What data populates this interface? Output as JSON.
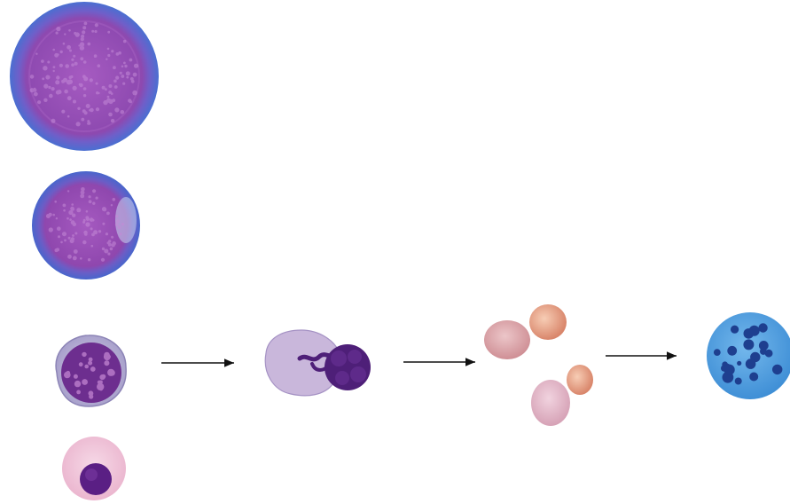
{
  "diagram": {
    "cells": [
      {
        "name": "large-blast-cell",
        "kind": "blast-large",
        "colors": {
          "rim": "#4a6fd1",
          "nucleus": "#9a4bb5",
          "speckle": "#c48ad8"
        }
      },
      {
        "name": "medium-blast-cell",
        "kind": "blast-medium",
        "colors": {
          "rim": "#4866cc",
          "nucleus": "#9b47b4",
          "speckle": "#c58ad7"
        }
      },
      {
        "name": "nucleated-cell-with-granular-nucleus",
        "kind": "granular",
        "colors": {
          "cytoplasm": "#b9b3d6",
          "nucleus": "#6d2e8f",
          "speckle": "#b77ac9"
        }
      },
      {
        "name": "small-cell-with-round-nucleus",
        "kind": "small-round",
        "colors": {
          "cytoplasm": "#f2c8dd",
          "nucleus": "#5a1f84"
        }
      },
      {
        "name": "extruding-nucleus-cell",
        "kind": "extruding",
        "colors": {
          "cytoplasm": "#c9b7db",
          "nucleus": "#4e1f78"
        }
      },
      {
        "name": "red-cell-cluster",
        "kind": "rbc-cluster",
        "colors": {
          "rbc": "#d9a3a8",
          "rbc_light": "#e6b9c6",
          "rbc_orange": "#e39a78"
        }
      },
      {
        "name": "blue-cell-with-dark-granules",
        "kind": "blue-granular",
        "colors": {
          "body": "#4fa2e0",
          "granule": "#1e3f8f"
        }
      }
    ],
    "arrows": [
      {
        "name": "arrow-1"
      },
      {
        "name": "arrow-2"
      },
      {
        "name": "arrow-3"
      }
    ]
  }
}
